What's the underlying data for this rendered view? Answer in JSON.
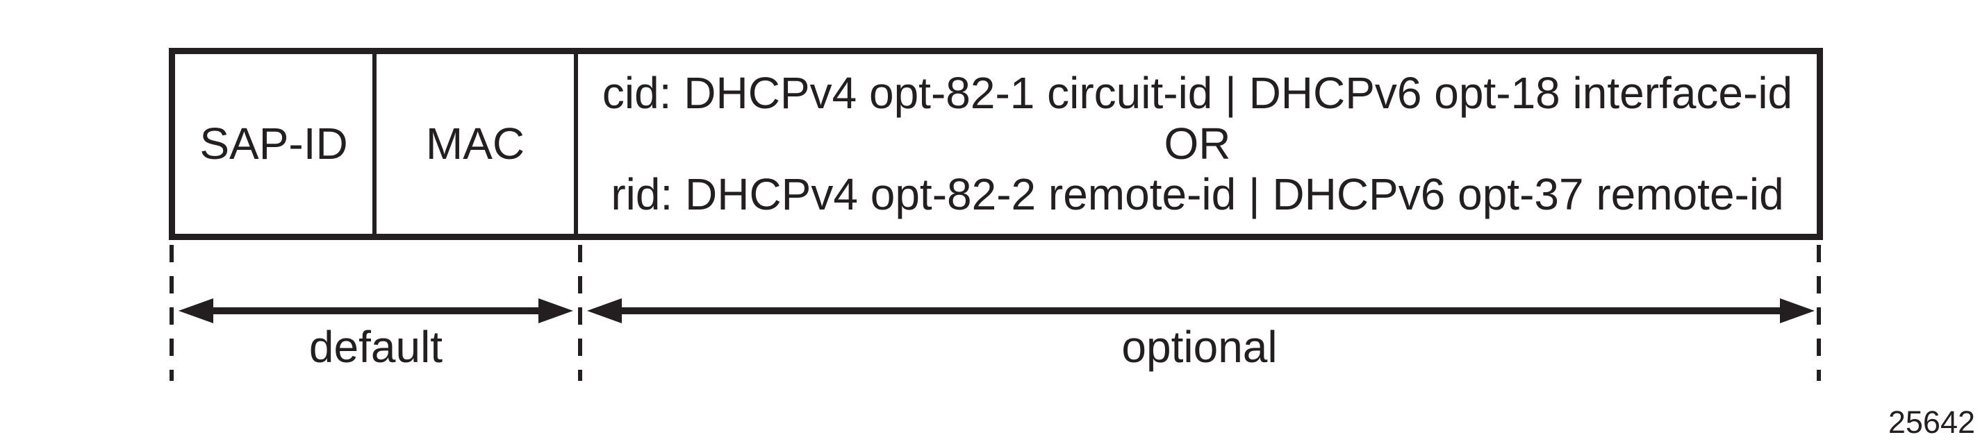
{
  "colors": {
    "ink": "#231f20",
    "background": "#ffffff"
  },
  "diagram": {
    "record_box": {
      "field_sap_id": "SAP-ID",
      "field_mac": "MAC",
      "field_cid_rid": {
        "line1": "cid: DHCPv4 opt-82-1 circuit-id | DHCPv6 opt-18 interface-id",
        "line2": "OR",
        "line3": "rid: DHCPv4 opt-82-2 remote-id | DHCPv6 opt-37 remote-id"
      }
    },
    "spans": {
      "default_label": "default",
      "optional_label": "optional"
    },
    "figure_number": "25642"
  }
}
